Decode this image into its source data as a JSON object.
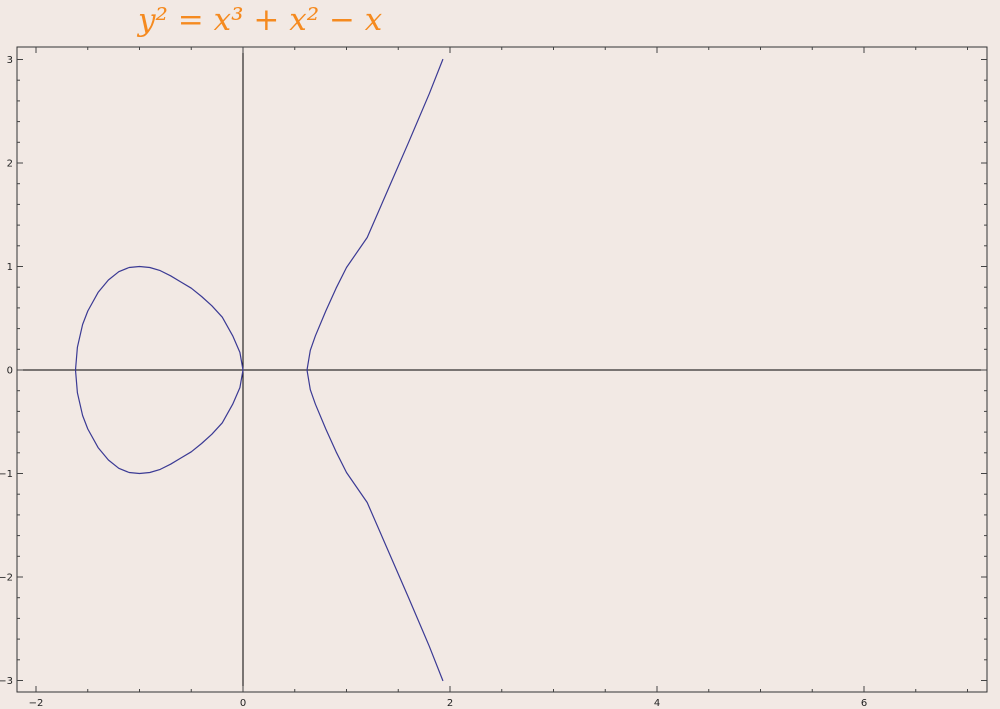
{
  "chart_data": {
    "type": "line",
    "title": "y² = x³ + x² − x",
    "xlabel": "",
    "ylabel": "",
    "xlim": [
      -2.2,
      7.2
    ],
    "ylim": [
      -3.1,
      3.1
    ],
    "x_ticks": [
      -2,
      0,
      2,
      4,
      6
    ],
    "y_ticks": [
      -3,
      -2,
      -1,
      0,
      1,
      2,
      3
    ],
    "grid": false,
    "series": [
      {
        "name": "",
        "color": "#3b3a94",
        "segments": [
          {
            "label": "closed-loop",
            "points": [
              [
                -1.618,
                0.0
              ],
              [
                -1.6,
                0.22
              ],
              [
                -1.55,
                0.44
              ],
              [
                -1.5,
                0.57
              ],
              [
                -1.4,
                0.75
              ],
              [
                -1.3,
                0.87
              ],
              [
                -1.2,
                0.95
              ],
              [
                -1.1,
                0.99
              ],
              [
                -1.0,
                1.0
              ],
              [
                -0.9,
                0.99
              ],
              [
                -0.8,
                0.96
              ],
              [
                -0.7,
                0.91
              ],
              [
                -0.6,
                0.85
              ],
              [
                -0.5,
                0.79
              ],
              [
                -0.4,
                0.71
              ],
              [
                -0.3,
                0.62
              ],
              [
                -0.2,
                0.51
              ],
              [
                -0.1,
                0.33
              ],
              [
                -0.03,
                0.17
              ],
              [
                0.0,
                0.0
              ],
              [
                -0.03,
                -0.17
              ],
              [
                -0.1,
                -0.33
              ],
              [
                -0.2,
                -0.51
              ],
              [
                -0.3,
                -0.62
              ],
              [
                -0.4,
                -0.71
              ],
              [
                -0.5,
                -0.79
              ],
              [
                -0.6,
                -0.85
              ],
              [
                -0.7,
                -0.91
              ],
              [
                -0.8,
                -0.96
              ],
              [
                -0.9,
                -0.99
              ],
              [
                -1.0,
                -1.0
              ],
              [
                -1.1,
                -0.99
              ],
              [
                -1.2,
                -0.95
              ],
              [
                -1.3,
                -0.87
              ],
              [
                -1.4,
                -0.75
              ],
              [
                -1.5,
                -0.57
              ],
              [
                -1.55,
                -0.44
              ],
              [
                -1.6,
                -0.22
              ],
              [
                -1.618,
                0.0
              ]
            ]
          },
          {
            "label": "open-branch",
            "points": [
              [
                1.93,
                3.0
              ],
              [
                1.8,
                2.67
              ],
              [
                1.6,
                2.2
              ],
              [
                1.4,
                1.74
              ],
              [
                1.2,
                1.28
              ],
              [
                1.0,
                0.99
              ],
              [
                0.9,
                0.79
              ],
              [
                0.8,
                0.57
              ],
              [
                0.7,
                0.33
              ],
              [
                0.65,
                0.19
              ],
              [
                0.618,
                0.0
              ],
              [
                0.65,
                -0.19
              ],
              [
                0.7,
                -0.33
              ],
              [
                0.8,
                -0.57
              ],
              [
                0.9,
                -0.79
              ],
              [
                1.0,
                -0.99
              ],
              [
                1.2,
                -1.28
              ],
              [
                1.4,
                -1.74
              ],
              [
                1.6,
                -2.2
              ],
              [
                1.8,
                -2.67
              ],
              [
                1.93,
                -3.0
              ]
            ]
          }
        ]
      }
    ]
  }
}
